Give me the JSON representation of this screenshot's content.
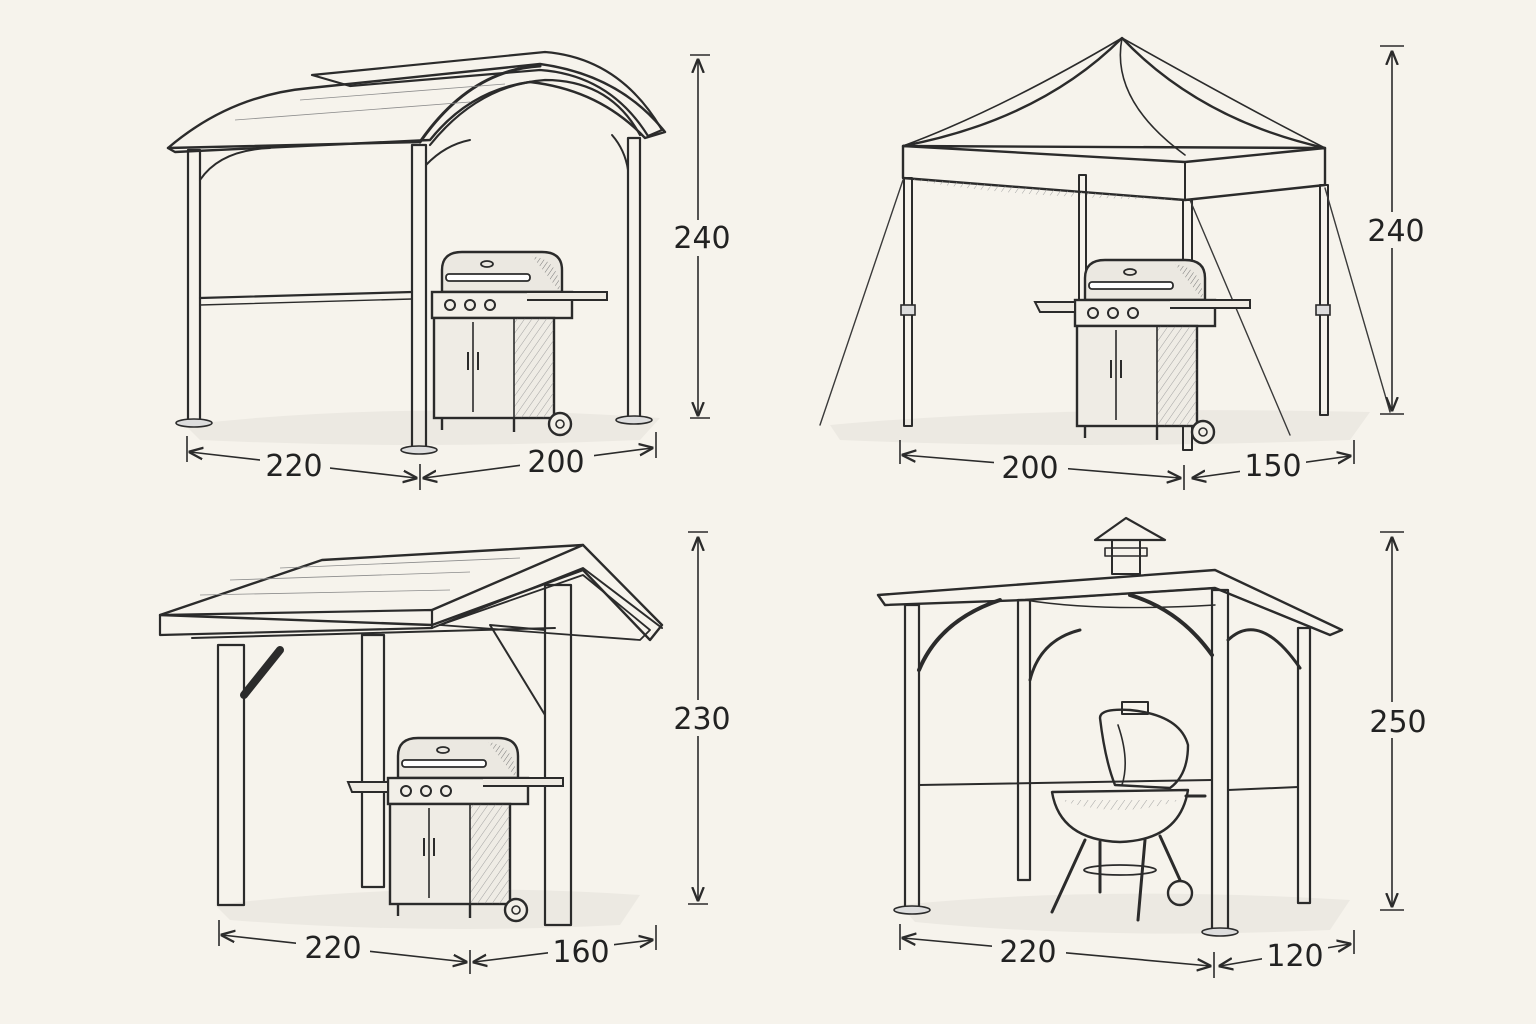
{
  "colors": {
    "paper": "#f6f3ec",
    "ink": "#2b2b2b",
    "shade": "#d8d5cd"
  },
  "panels": [
    {
      "name": "arched-canopy-grill-gazebo",
      "dimensions": {
        "height": "240",
        "width": "220",
        "depth": "200"
      }
    },
    {
      "name": "popup-tent-grill-gazebo",
      "dimensions": {
        "height": "240",
        "width": "200",
        "depth": "150"
      }
    },
    {
      "name": "gable-roof-wood-grill-shelter",
      "dimensions": {
        "height": "230",
        "width": "220",
        "depth": "160"
      }
    },
    {
      "name": "chimney-roof-kettle-grill-gazebo",
      "dimensions": {
        "height": "250",
        "width": "220",
        "depth": "120"
      }
    }
  ]
}
